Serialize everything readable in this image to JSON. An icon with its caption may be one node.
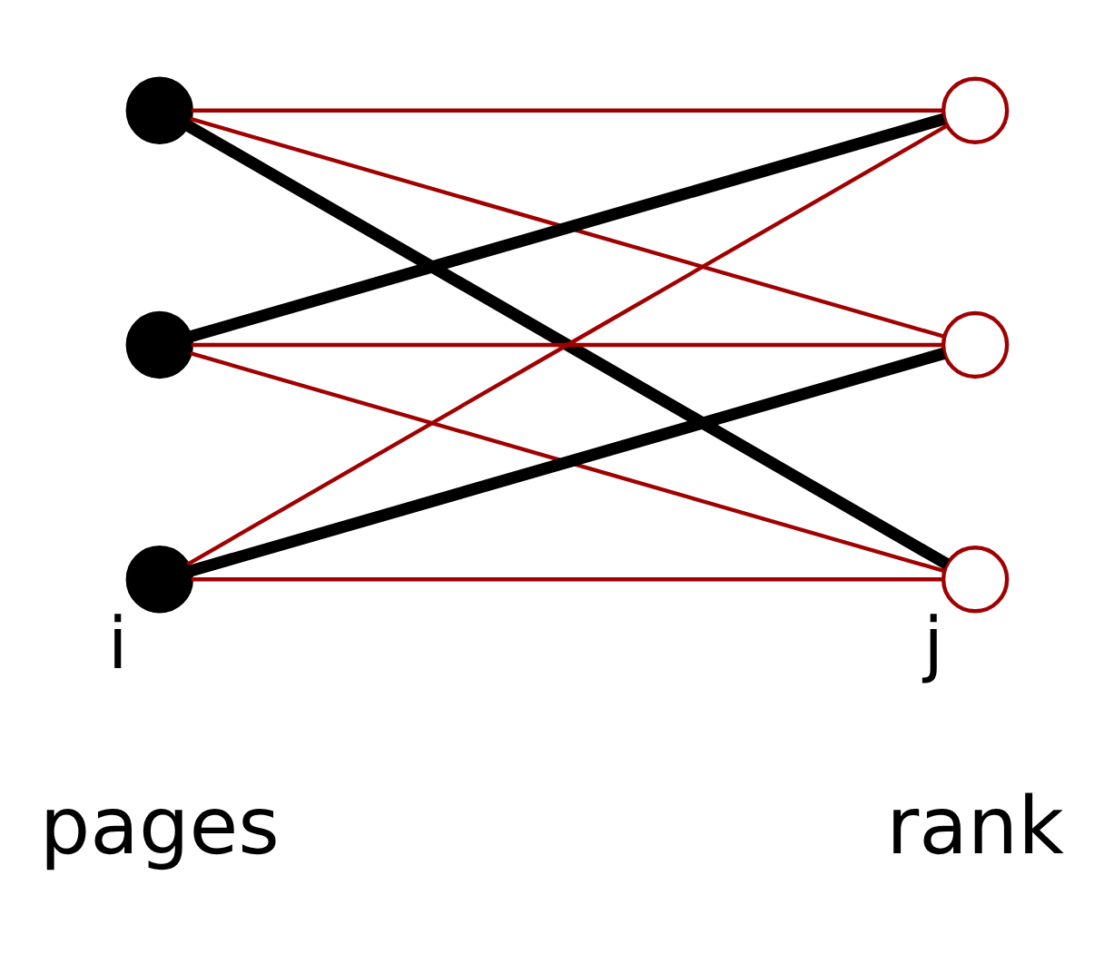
{
  "diagram": {
    "nodes": [
      {
        "text": [],
        "shape": "circle"
      },
      {
        "text": [],
        "shape": "circle"
      },
      {
        "text": [],
        "shape": "circle",
        "beside": [
          "i"
        ]
      },
      {
        "text": [],
        "shape": "circle"
      },
      {
        "text": [],
        "shape": "circle"
      },
      {
        "text": [],
        "shape": "circle",
        "beside": [
          "j"
        ]
      }
    ],
    "edges": [
      {
        "from": 0,
        "to": 3,
        "arrow": "none"
      },
      {
        "from": 0,
        "to": 4,
        "arrow": "none"
      },
      {
        "from": 0,
        "to": 5,
        "arrow": "none",
        "style": "thick",
        "color": "#000000"
      },
      {
        "from": 1,
        "to": 3,
        "arrow": "none",
        "style": "thick",
        "color": "#000000"
      },
      {
        "from": 1,
        "to": 4,
        "arrow": "none"
      },
      {
        "from": 1,
        "to": 5,
        "arrow": "none"
      },
      {
        "from": 2,
        "to": 3,
        "arrow": "none"
      },
      {
        "from": 2,
        "to": 4,
        "arrow": "none",
        "style": "thick",
        "color": "#000000"
      },
      {
        "from": 2,
        "to": 5,
        "arrow": "none"
      }
    ],
    "labels": [
      "pages",
      "rank"
    ]
  }
}
